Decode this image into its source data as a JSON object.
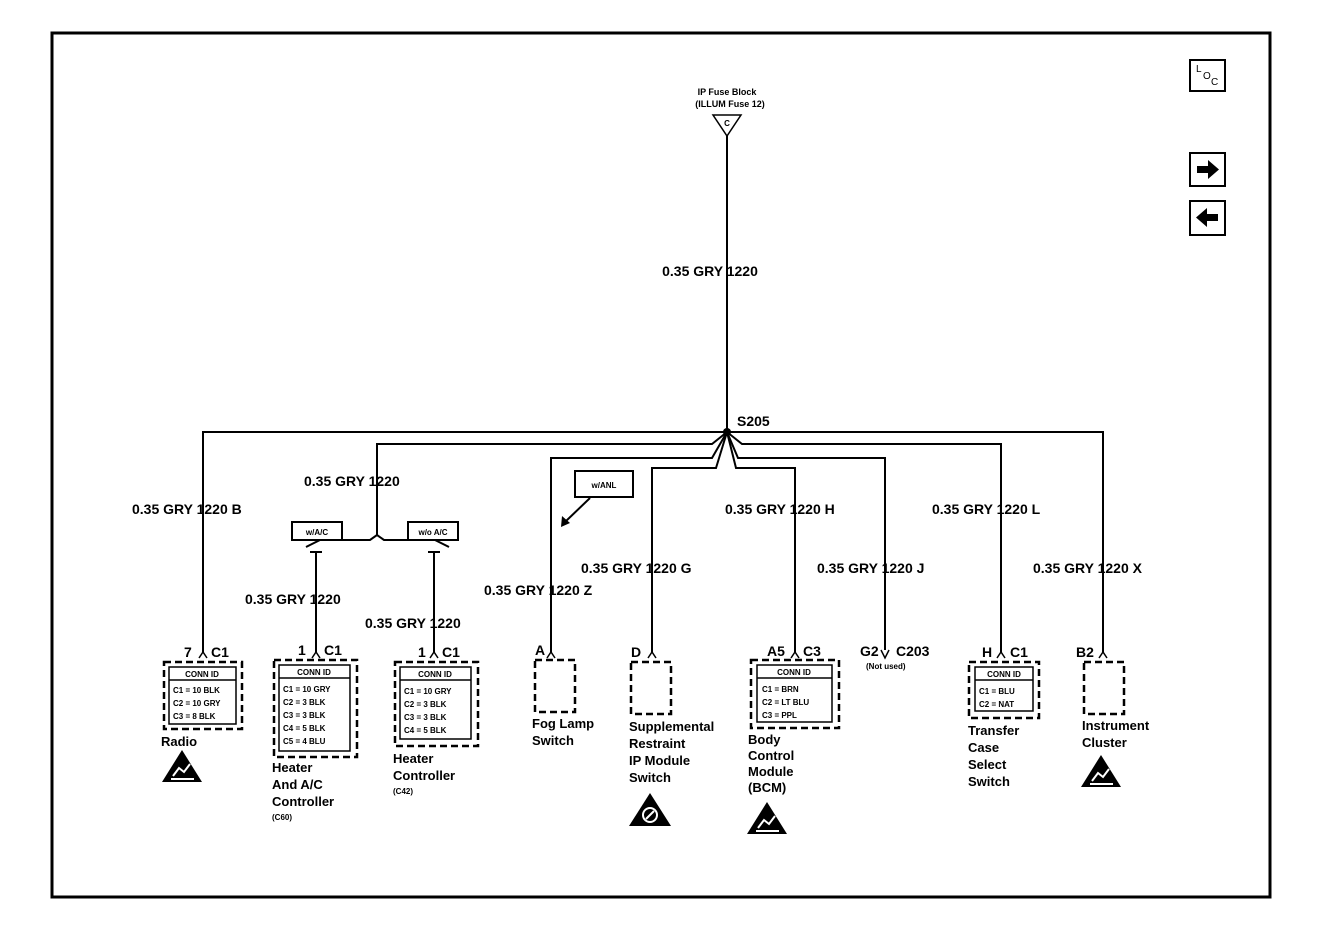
{
  "source": {
    "line1": "IP Fuse Block",
    "line2": "(ILLUM Fuse 12)",
    "connector": "C"
  },
  "main_wire": "0.35 GRY 1220",
  "splice": "S205",
  "buttons": {
    "loc_l": "L",
    "loc_o": "O",
    "loc_c": "C"
  },
  "options": {
    "with_ac": "w/A/C",
    "without_ac": "w/o A/C",
    "with_anl": "w/ANL"
  },
  "wires": {
    "radio": "0.35 GRY 1220 B",
    "hvac_trunk": "0.35 GRY 1220",
    "heater_ac": "0.35 GRY 1220",
    "heater_ctrl": "0.35 GRY 1220",
    "fog": "0.35 GRY 1220 Z",
    "sir": "0.35 GRY 1220 G",
    "bcm": "0.35 GRY 1220 H",
    "c203": "0.35 GRY 1220 J",
    "transfer": "0.35 GRY 1220 L",
    "cluster": "0.35 GRY 1220 X"
  },
  "components": {
    "radio": {
      "pin": "7",
      "conn": "C1",
      "conn_id": "CONN ID",
      "rows": [
        "C1 = 10 BLK",
        "C2 = 10 GRY",
        "C3 = 8 BLK"
      ],
      "name": [
        "Radio"
      ]
    },
    "heater_ac": {
      "pin": "1",
      "conn": "C1",
      "conn_id": "CONN ID",
      "rows": [
        "C1 = 10 GRY",
        "C2 = 3 BLK",
        "C3 = 3 BLK",
        "C4 = 5 BLK",
        "C5 = 4 BLU"
      ],
      "name": [
        "Heater",
        "And A/C",
        "Controller"
      ],
      "note": "(C60)"
    },
    "heater_ctrl": {
      "pin": "1",
      "conn": "C1",
      "conn_id": "CONN ID",
      "rows": [
        "C1 = 10 GRY",
        "C2 = 3 BLK",
        "C3 = 3 BLK",
        "C4 = 5 BLK"
      ],
      "name": [
        "Heater",
        "Controller"
      ],
      "note": "(C42)"
    },
    "fog": {
      "pin": "A",
      "name": [
        "Fog Lamp",
        "Switch"
      ]
    },
    "sir": {
      "pin": "D",
      "name": [
        "Supplemental",
        "Restraint",
        "IP Module",
        "Switch"
      ]
    },
    "bcm": {
      "pin": "A5",
      "conn": "C3",
      "conn_id": "CONN ID",
      "rows": [
        "C1 = BRN",
        "C2 = LT BLU",
        "C3 = PPL"
      ],
      "name": [
        "Body",
        "Control",
        "Module",
        "(BCM)"
      ]
    },
    "c203": {
      "pin": "G2",
      "conn": "C203",
      "note": "(Not used)"
    },
    "transfer": {
      "pin": "H",
      "conn": "C1",
      "conn_id": "CONN ID",
      "rows": [
        "C1 = BLU",
        "C2 = NAT"
      ],
      "name": [
        "Transfer",
        "Case",
        "Select",
        "Switch"
      ]
    },
    "cluster": {
      "pin": "B2",
      "name": [
        "Instrument",
        "Cluster"
      ]
    }
  },
  "icons": [
    "esd-warning-icon",
    "esd-warning-icon",
    "sir-warning-icon",
    "esd-warning-icon",
    "esd-warning-icon"
  ]
}
